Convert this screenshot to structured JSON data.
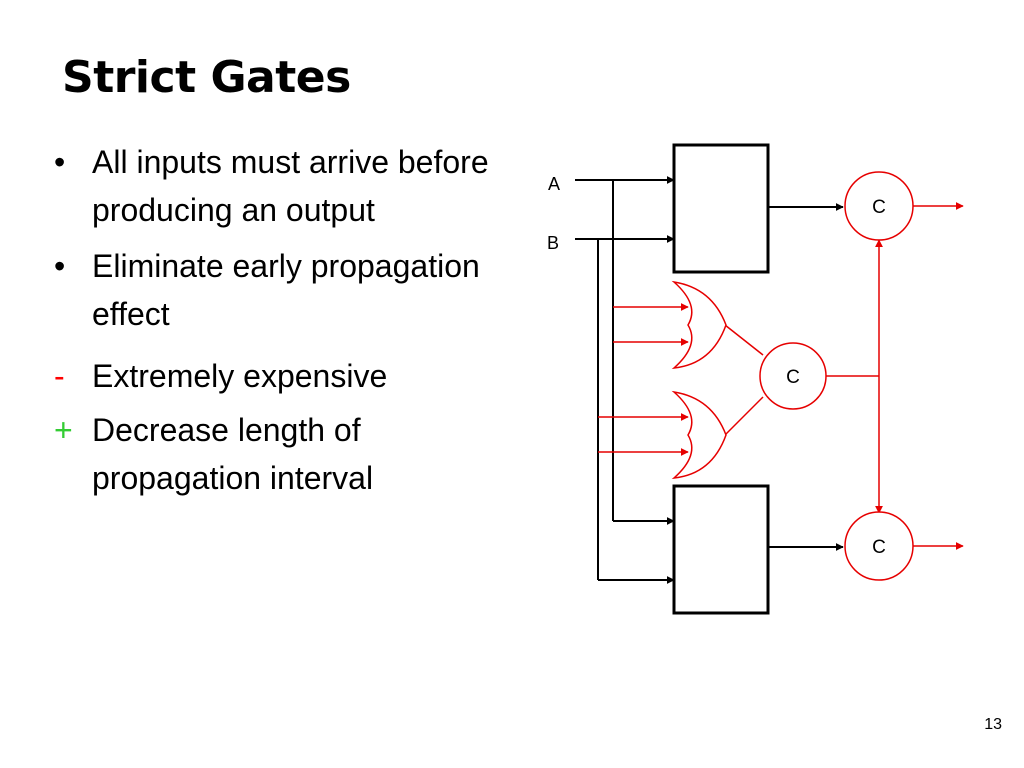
{
  "slide": {
    "title": "Strict Gates",
    "page_number": "13"
  },
  "bullets": [
    {
      "marker": "•",
      "marker_color": "#000000",
      "text": "All inputs must arrive before producing an output"
    },
    {
      "marker": "•",
      "marker_color": "#000000",
      "text": "Eliminate early propagation effect"
    },
    {
      "marker": "-",
      "marker_color": "#ff0000",
      "text": "Extremely expensive"
    },
    {
      "marker": "+",
      "marker_color": "#33cc33",
      "text": "Decrease length of propagation interval"
    }
  ],
  "diagram": {
    "input_a_label": "A",
    "input_b_label": "B",
    "c_element_top": "C",
    "c_element_middle": "C",
    "c_element_bottom": "C",
    "colors": {
      "primary_wire": "#000000",
      "accent_wire": "#e60000"
    }
  }
}
